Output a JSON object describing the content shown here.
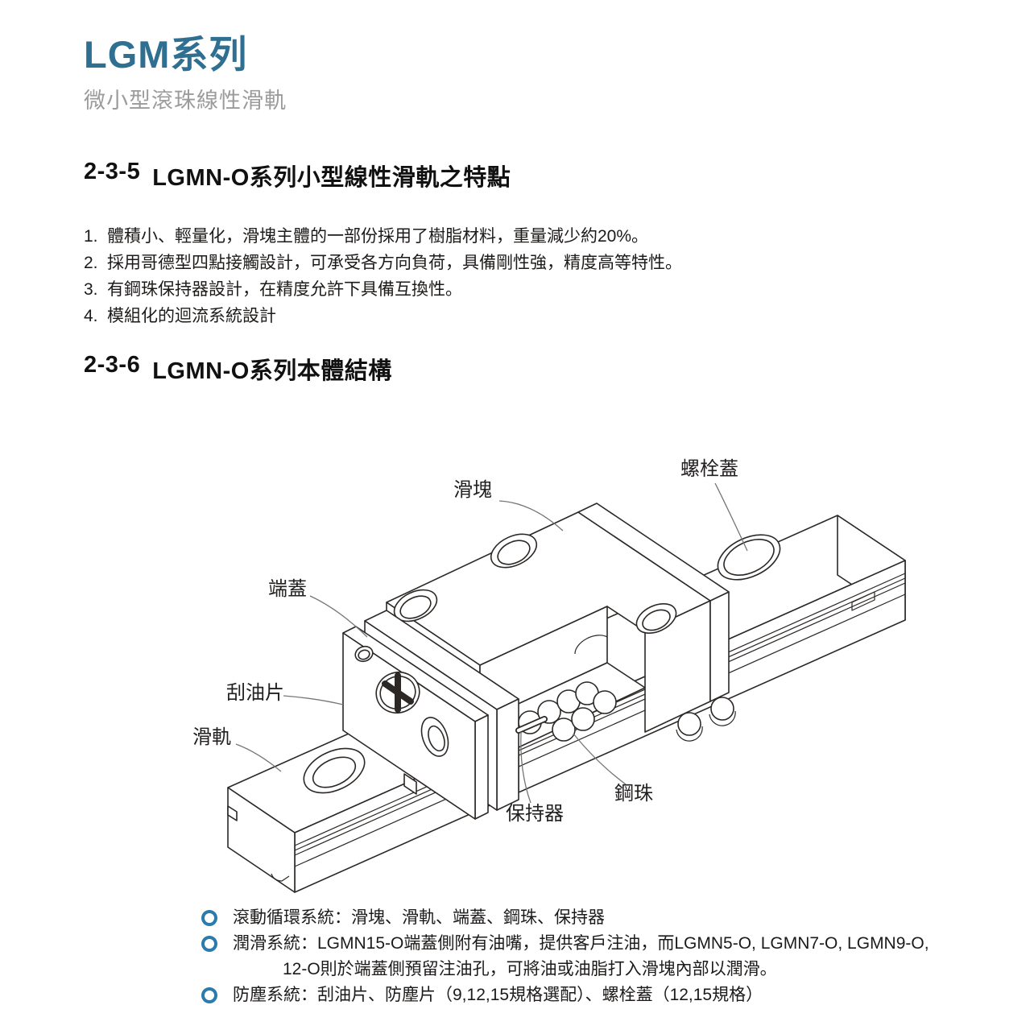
{
  "header": {
    "title": "LGM系列",
    "subtitle": "微小型滾珠線性滑軌",
    "title_color": "#2f6f91",
    "subtitle_color": "#9b9b9b"
  },
  "section_features": {
    "number": "2-3-5",
    "title": "LGMN-O系列小型線性滑軌之特點",
    "items": [
      {
        "num": "1.",
        "text": "體積小、輕量化，滑塊主體的一部份採用了樹脂材料，重量減少約20%。"
      },
      {
        "num": "2.",
        "text": "採用哥德型四點接觸設計，可承受各方向負荷，具備剛性強，精度高等特性。"
      },
      {
        "num": "3.",
        "text": "有鋼珠保持器設計，在精度允許下具備互換性。"
      },
      {
        "num": "4.",
        "text": "模組化的迴流系統設計"
      }
    ]
  },
  "section_structure": {
    "number": "2-3-6",
    "title": "LGMN-O系列本體結構"
  },
  "diagram": {
    "line_color": "#2b2826",
    "leader_color": "#767676",
    "labels": {
      "slide_block": "滑塊",
      "bolt_cover": "螺栓蓋",
      "end_cap": "端蓋",
      "oil_scraper": "刮油片",
      "rail": "滑軌",
      "retainer": "保持器",
      "steel_ball": "鋼珠"
    }
  },
  "notes": {
    "bullet_color": "#2d7bab",
    "items": [
      {
        "text": "滾動循環系統：滑塊、滑軌、端蓋、鋼珠、保持器",
        "text2": ""
      },
      {
        "text": "潤滑系統：LGMN15-O端蓋側附有油嘴，提供客戶注油，而LGMN5-O, LGMN7-O, LGMN9-O,",
        "text2": "12-O則於端蓋側預留注油孔，可將油或油脂打入滑塊內部以潤滑。"
      },
      {
        "text": "防塵系統：刮油片、防塵片（9,12,15規格選配）、螺栓蓋（12,15規格）",
        "text2": ""
      }
    ]
  }
}
